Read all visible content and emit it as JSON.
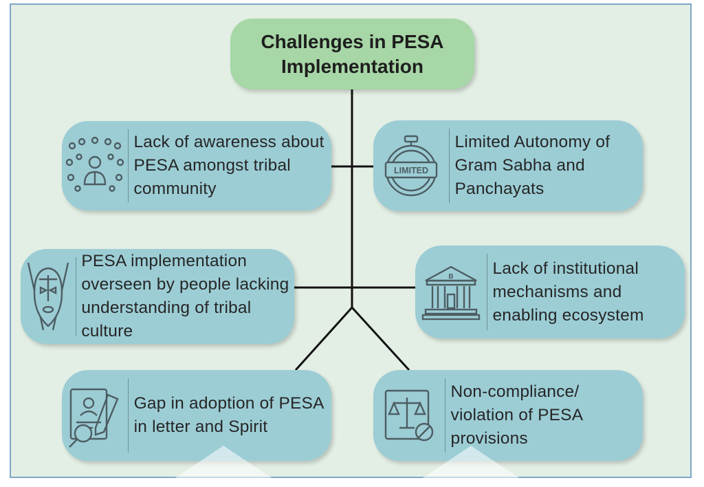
{
  "title": "Challenges in PESA Implementation",
  "challenges": [
    {
      "text": "Lack of awareness about PESA amongst tribal community",
      "icon": "people-network-icon"
    },
    {
      "text": "Limited Autonomy of Gram Sabha and Panchayats",
      "icon": "limited-stamp-icon"
    },
    {
      "text": "PESA implementation overseen by people lacking understanding of tribal culture",
      "icon": "tribal-mask-icon"
    },
    {
      "text": "Lack of institutional mechanisms and enabling ecosystem",
      "icon": "bank-building-icon"
    },
    {
      "text": "Gap in adoption of PESA in letter and Spirit",
      "icon": "document-search-icon"
    },
    {
      "text": "Non-compliance/ violation of PESA provisions",
      "icon": "scales-prohibited-icon"
    }
  ],
  "colors": {
    "background": "#e3efe5",
    "title_box": "#a7d7a6",
    "challenge_box": "#9ccdd5",
    "connector": "#111111",
    "icon_stroke": "#4d5d62"
  }
}
